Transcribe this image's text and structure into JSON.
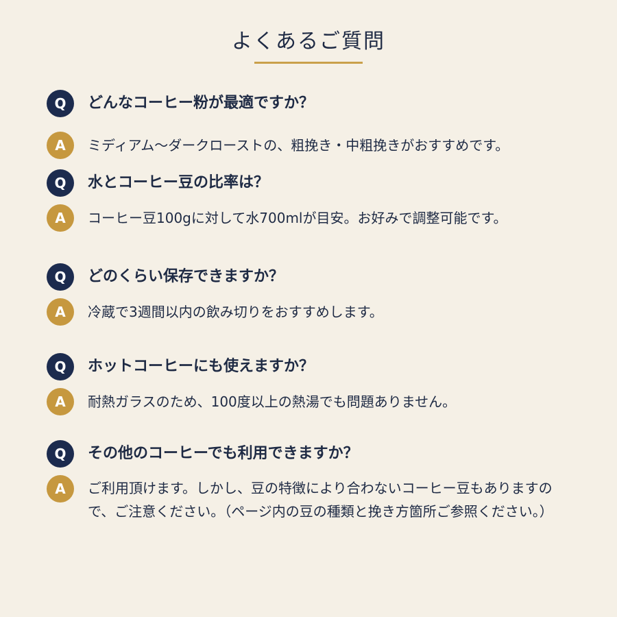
{
  "title": "よくあるご質問",
  "badges": {
    "q": "Q",
    "a": "A"
  },
  "colors": {
    "background": "#f5f0e6",
    "navy": "#1c2b4e",
    "gold": "#c6983f",
    "underline": "#c9a04a"
  },
  "faq": [
    {
      "question": "どんなコーヒー粉が最適ですか？",
      "answer": "ミディアム〜ダークローストの、粗挽き・中粗挽きがおすすめです。"
    },
    {
      "question": "水とコーヒー豆の比率は？",
      "answer": "コーヒー豆100gに対して水700mlが目安。お好みで調整可能です。"
    },
    {
      "question": "どのくらい保存できますか？",
      "answer": "冷蔵で3週間以内の飲み切りをおすすめします。"
    },
    {
      "question": "ホットコーヒーにも使えますか？",
      "answer": "耐熱ガラスのため、100度以上の熱湯でも問題ありません。"
    },
    {
      "question": "その他のコーヒーでも利用できますか？",
      "answer": " ご利用頂けます。しかし、豆の特徴により合わないコーヒー豆もありますので、ご注意ください。（ページ内の豆の種類と挽き方箇所ご参照ください。）"
    }
  ]
}
